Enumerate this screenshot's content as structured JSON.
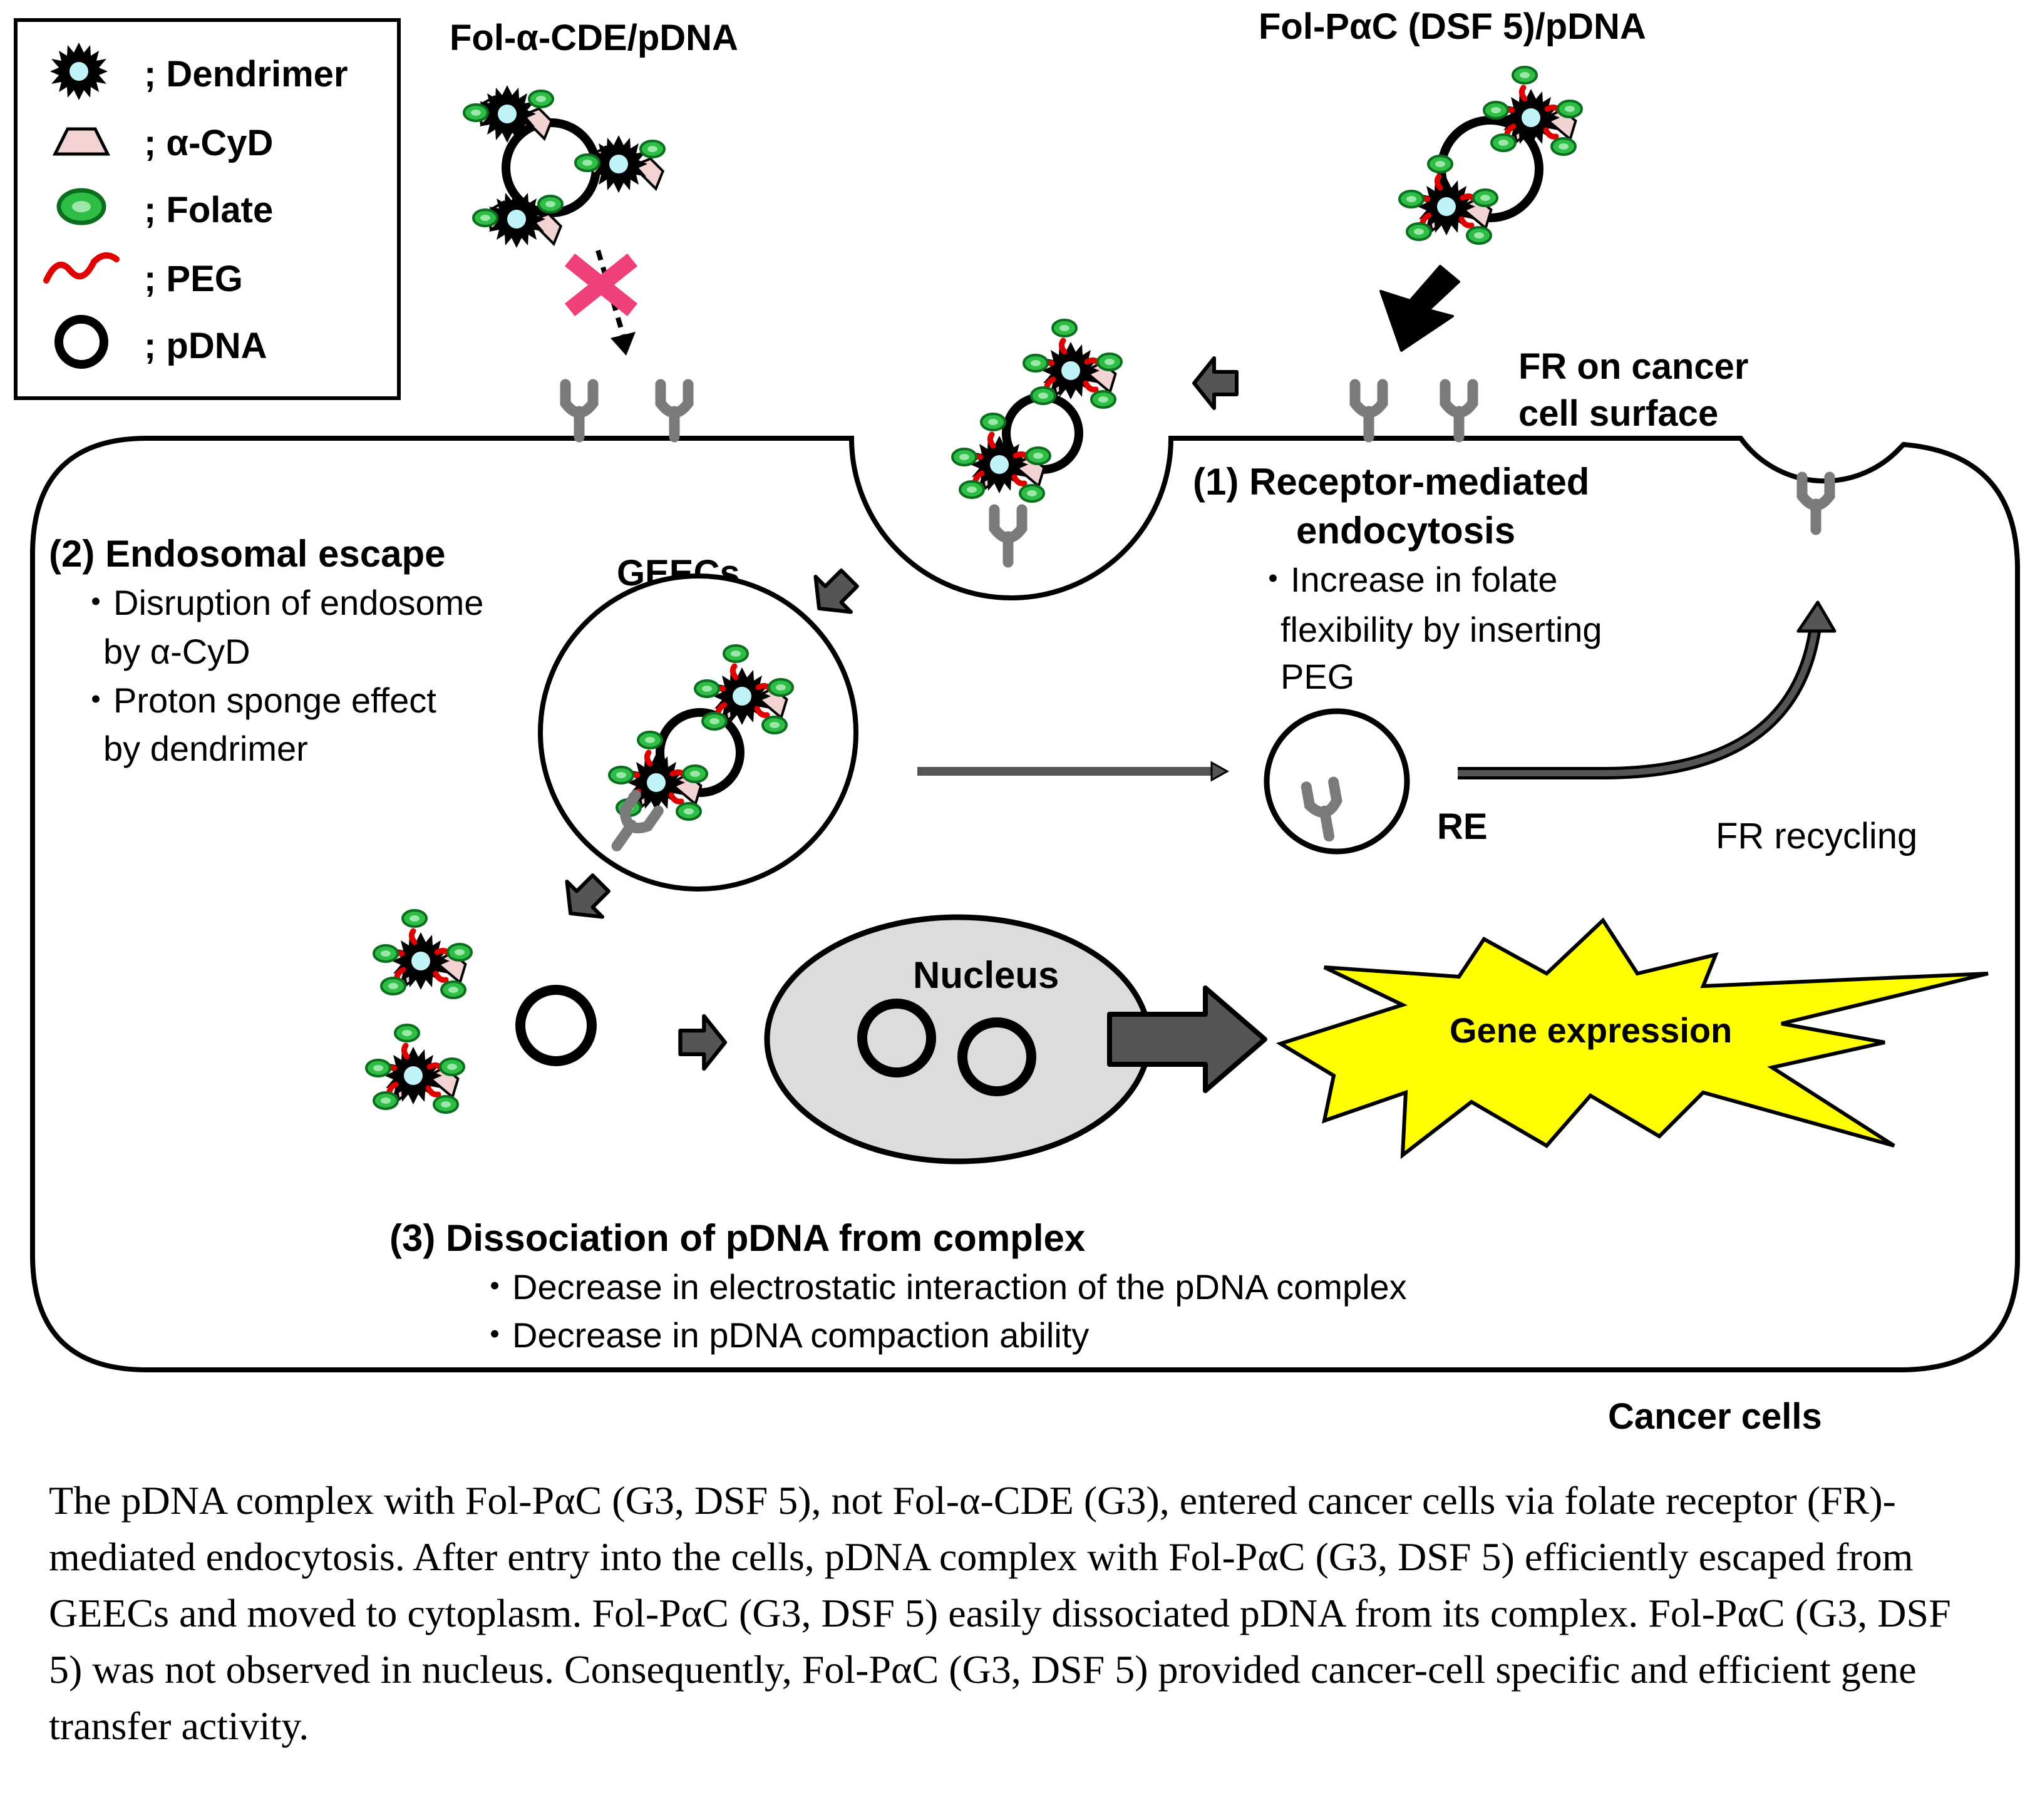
{
  "legend": {
    "items": [
      {
        "symbol": "dendrimer",
        "label": "; Dendrimer"
      },
      {
        "symbol": "cyd",
        "label": "; α-CyD"
      },
      {
        "symbol": "folate",
        "label": "; Folate"
      },
      {
        "symbol": "peg",
        "label": "; PEG"
      },
      {
        "symbol": "pdna",
        "label": "; pDNA"
      }
    ]
  },
  "labels": {
    "fol_cde": "Fol-α-CDE/pDNA",
    "fol_pac": "Fol-PαC (DSF 5)/pDNA",
    "fr_surface_1": "FR on cancer",
    "fr_surface_2": "cell surface",
    "step1_title_1": "(1) Receptor-mediated",
    "step1_title_2": "endocytosis",
    "step1_note_1": "・Increase in folate",
    "step1_note_2": "flexibility by inserting",
    "step1_note_3": "PEG",
    "step2_title": "(2) Endosomal escape",
    "step2_note_1": "・Disruption of endosome",
    "step2_note_2": "by α-CyD",
    "step2_note_3": "・Proton sponge effect",
    "step2_note_4": "by dendrimer",
    "geecs": "GEECs",
    "re": "RE",
    "fr_recycling": "FR recycling",
    "nucleus": "Nucleus",
    "gene_expression": "Gene expression",
    "step3_title": "(3) Dissociation of pDNA from complex",
    "step3_note_1": "・Decrease in electrostatic interaction of the pDNA complex",
    "step3_note_2": "・Decrease in pDNA compaction ability",
    "cancer_cells": "Cancer cells"
  },
  "caption": "The pDNA complex with Fol-PαC (G3, DSF 5), not Fol-α-CDE (G3), entered cancer cells via folate receptor (FR)-mediated endocytosis.  After entry into the cells,  pDNA complex with Fol-PαC (G3, DSF 5) efficiently escaped from GEECs and moved to cytoplasm. Fol-PαC (G3, DSF 5) easily dissociated pDNA from its complex.  Fol-PαC (G3, DSF 5) was not observed in nucleus. Consequently, Fol-PαC (G3, DSF 5) provided cancer-cell specific and efficient gene transfer activity.",
  "colors": {
    "dendrimer_core": "#BFF3F8",
    "folate_fill": "#2EBE46",
    "folate_stroke": "#0A6E1E",
    "peg": "#E00000",
    "receptor": "#7A7A7A",
    "arrow_fill": "#555555",
    "nucleus_fill": "#DCDCDC",
    "cross": "#F0407A",
    "burst_fill": "#FFFF00"
  }
}
